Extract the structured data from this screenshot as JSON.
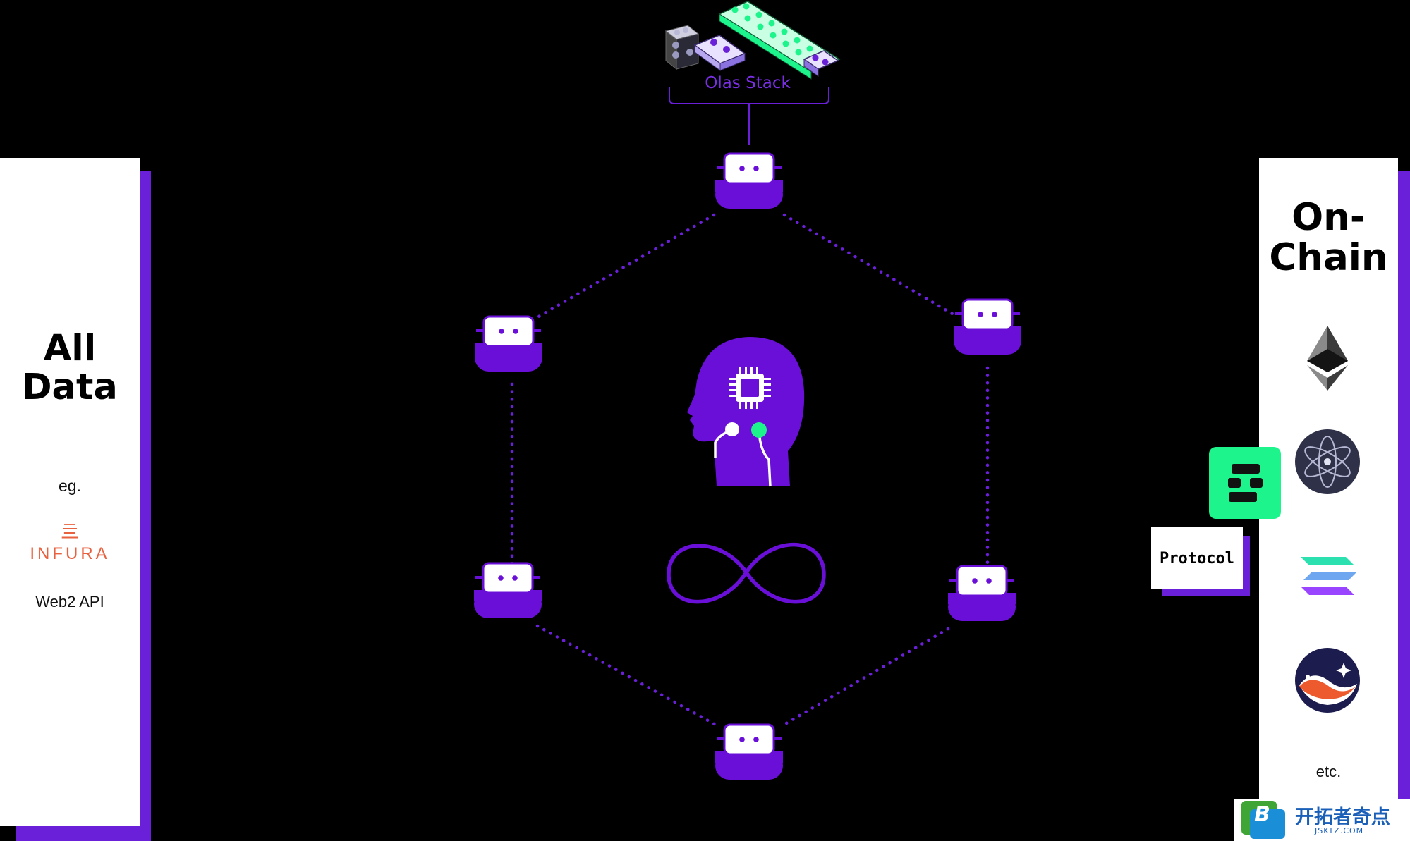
{
  "left_panel": {
    "title_line1": "All",
    "title_line2": "Data",
    "eg_label": "eg.",
    "infura_glyph": "亖",
    "infura_label": "INFURA",
    "web2_label": "Web2 API"
  },
  "right_panel": {
    "title_line1": "On-",
    "title_line2": "Chain",
    "etc_label": "etc.",
    "icons": [
      "ethereum-icon",
      "cosmos-icon",
      "solana-icon",
      "starknet-icon"
    ]
  },
  "olas_stack_label": "Olas Stack",
  "protocol_label": "Protocol",
  "center_icons": [
    "ai-head-icon",
    "infinity-icon"
  ],
  "watermark": {
    "name": "开拓者奇点",
    "sub": "JSKTZ.COM",
    "badge": "B"
  },
  "colors": {
    "purple": "#6a0fd8",
    "green": "#1df58c",
    "infura": "#e8623f",
    "background": "#000000"
  }
}
